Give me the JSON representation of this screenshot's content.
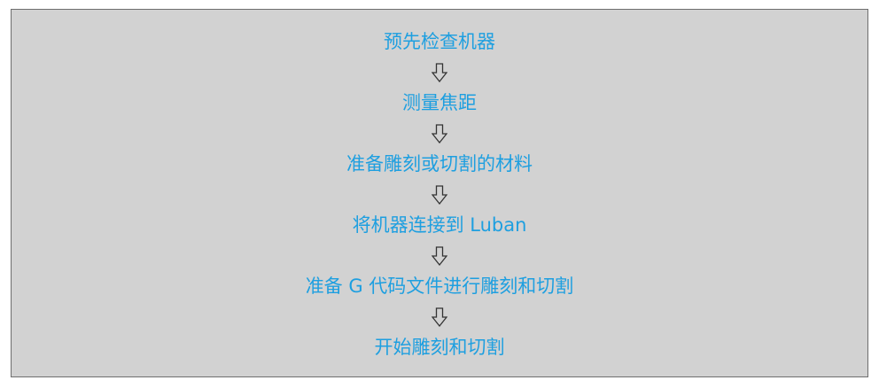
{
  "flow": {
    "steps": [
      "预先检查机器",
      "测量焦距",
      "准备雕刻或切割的材料",
      "将机器连接到 Luban",
      "准备 G 代码文件进行雕刻和切割",
      "开始雕刻和切割"
    ]
  },
  "colors": {
    "step_text": "#1e9fe0",
    "panel_bg": "#d2d2d2",
    "panel_border": "#6e6e6e",
    "arrow_stroke": "#333333"
  },
  "icons": {
    "arrow": "down-arrow-outline-icon"
  }
}
